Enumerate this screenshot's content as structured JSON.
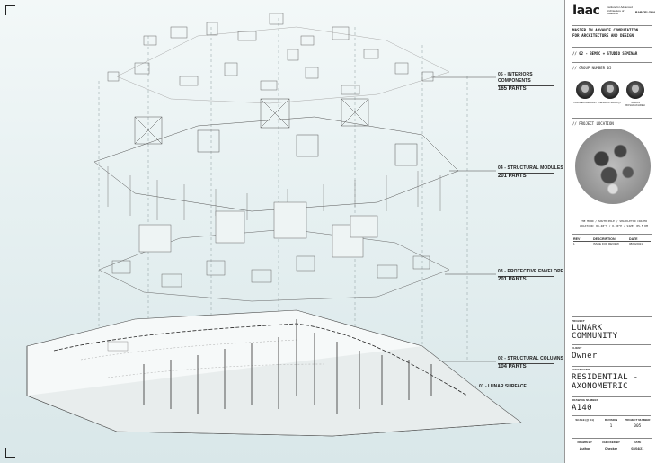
{
  "callouts": [
    {
      "name": "05 - INTERIORS COMPONENTS",
      "parts": "165 PARTS"
    },
    {
      "name": "04 - STRUCTURAL MODULES",
      "parts": "201 PARTS"
    },
    {
      "name": "03 - PROTECTIVE ENVELOPE",
      "parts": "201 PARTS"
    },
    {
      "name": "02 - STRUCTURAL COLUMNS",
      "parts": "104 PARTS"
    },
    {
      "name": "01 - LUNAR SURFACE",
      "parts": ""
    }
  ],
  "title_block": {
    "logo": "Iaac",
    "logo_sub": "Institute for Advanced Architecture of Catalonia",
    "city": "BARCELONA",
    "master_line1": "MASTER IN ADVANCE COMPUTATION",
    "master_line2": "FOR ARCHITECTURE AND DESIGN",
    "seminar": "// 02 - BEMSC + STUDIO SEMINAR",
    "group": "// GROUP NUMBER 05",
    "members": [
      "FARIDEH REZAIAN",
      "HESHAM SHAWQY",
      "SAMAN BOSHRAKHREH"
    ],
    "location_label": "// PROJECT LOCATION",
    "coord_line1": "THE MOON  /  SOUTH POLE  /  SHACKLETON CRATER",
    "coord_line2": "LOCATION: 88.48°S  /  0.00°E  /  SIZE: 85.5 KM",
    "rev_headers": [
      "REV",
      "DESCRIPTION",
      "DATE"
    ],
    "rev_row": [
      "1",
      "ISSUE FOR REVIEW",
      "08/04/2021"
    ],
    "project_label": "PROJECT",
    "project_name": "LUNARK COMMUNITY",
    "client_label": "CLIENT",
    "client": "Owner",
    "sheet_label": "SHEET NAME",
    "sheet_name_1": "RESIDENTIAL -",
    "sheet_name_2": "AXONOMETRIC",
    "drawing_number_label": "DRAWING NUMBER",
    "drawing_number": "A140",
    "meta1_labels": [
      "SCALE (@ A1)",
      "REVISION",
      "PROJECT NUMBER"
    ],
    "meta1_values": [
      "",
      "1",
      "005"
    ],
    "meta2_labels": [
      "DRAWN BY",
      "CHECKED BY",
      "DATE"
    ],
    "meta2_values": [
      "Author",
      "Checker",
      "03/04/21"
    ]
  }
}
